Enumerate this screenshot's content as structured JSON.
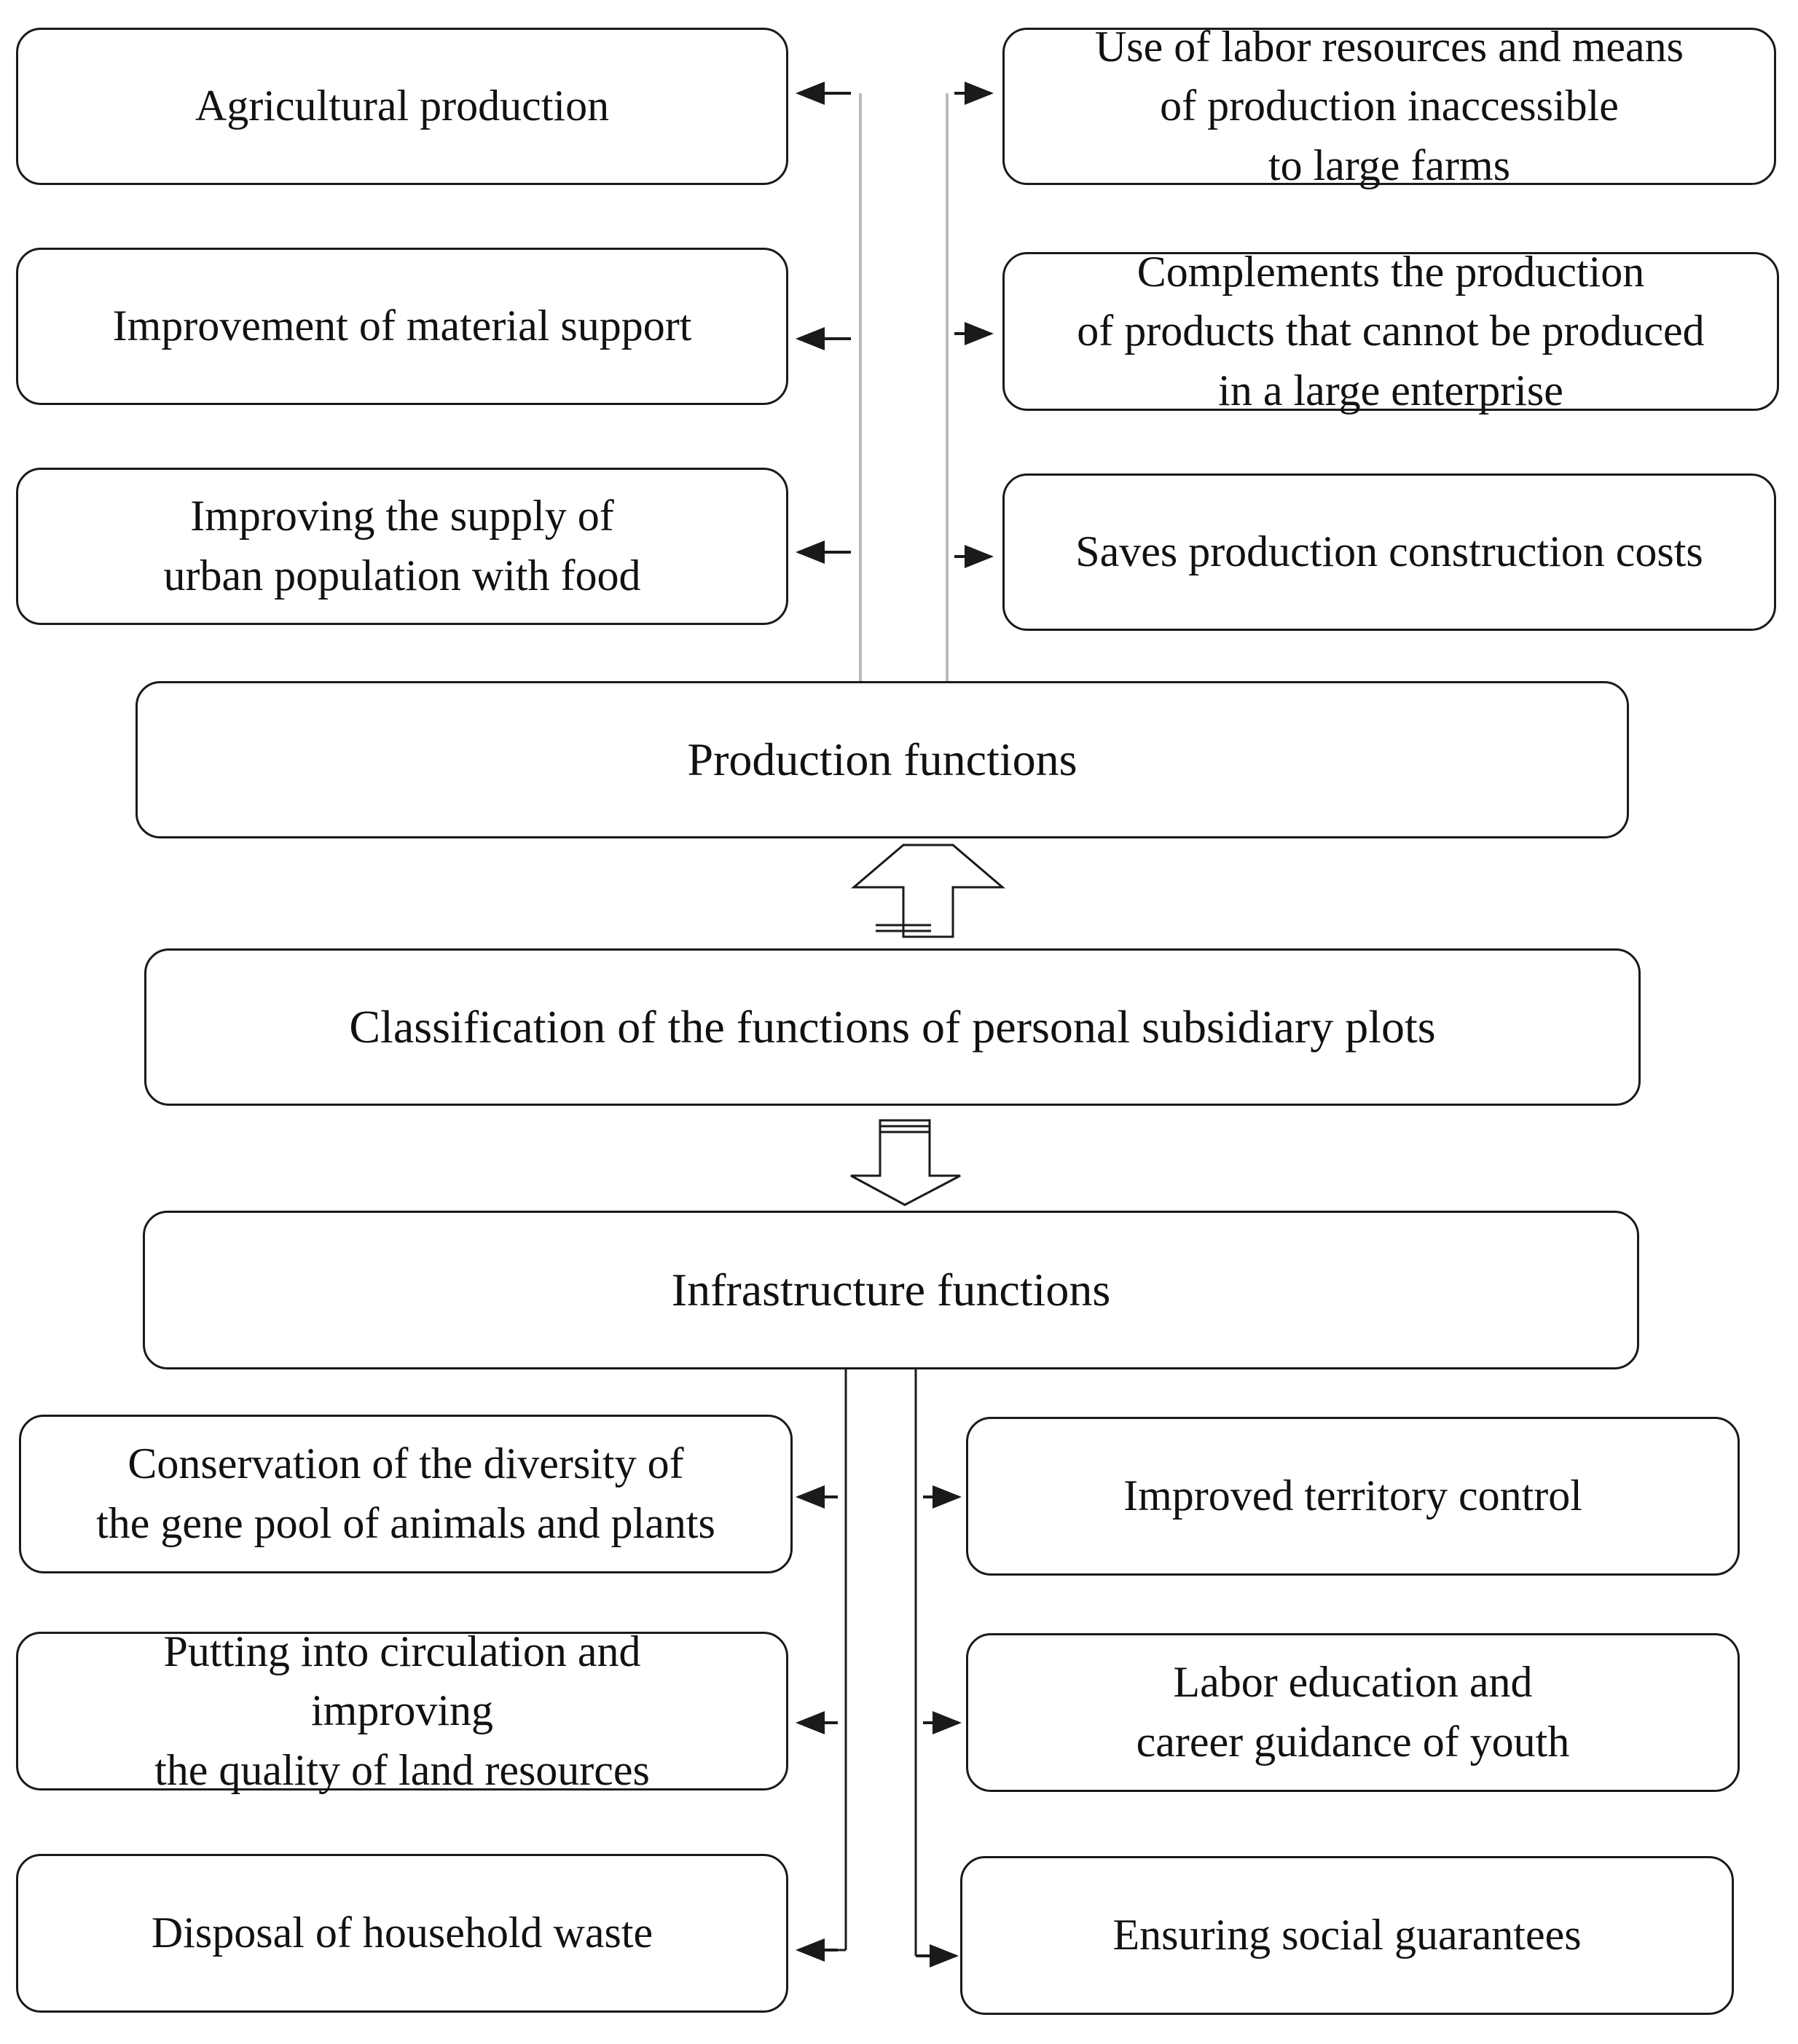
{
  "diagram": {
    "center": {
      "label": "Classification of the functions of personal subsidiary plots"
    },
    "production": {
      "label": "Production functions",
      "left_items": [
        "Agricultural production",
        "Improvement of material support",
        "Improving the supply of\nurban population with food"
      ],
      "right_items": [
        "Use of labor resources and means\nof production inaccessible\nto large farms",
        "Complements the production\nof products that cannot be produced\nin a large enterprise",
        "Saves production construction costs"
      ]
    },
    "infrastructure": {
      "label": "Infrastructure functions",
      "left_items": [
        "Conservation of the diversity of\nthe gene pool of animals and plants",
        "Putting into circulation and\nimproving\nthe quality of land resources",
        "Disposal of household waste"
      ],
      "right_items": [
        "Improved territory control",
        "Labor education and\ncareer guidance of youth",
        "Ensuring social guarantees"
      ]
    }
  },
  "colors": {
    "line": "#1a1a1a",
    "connector_light": "#bbbbbb",
    "background": "#ffffff"
  }
}
